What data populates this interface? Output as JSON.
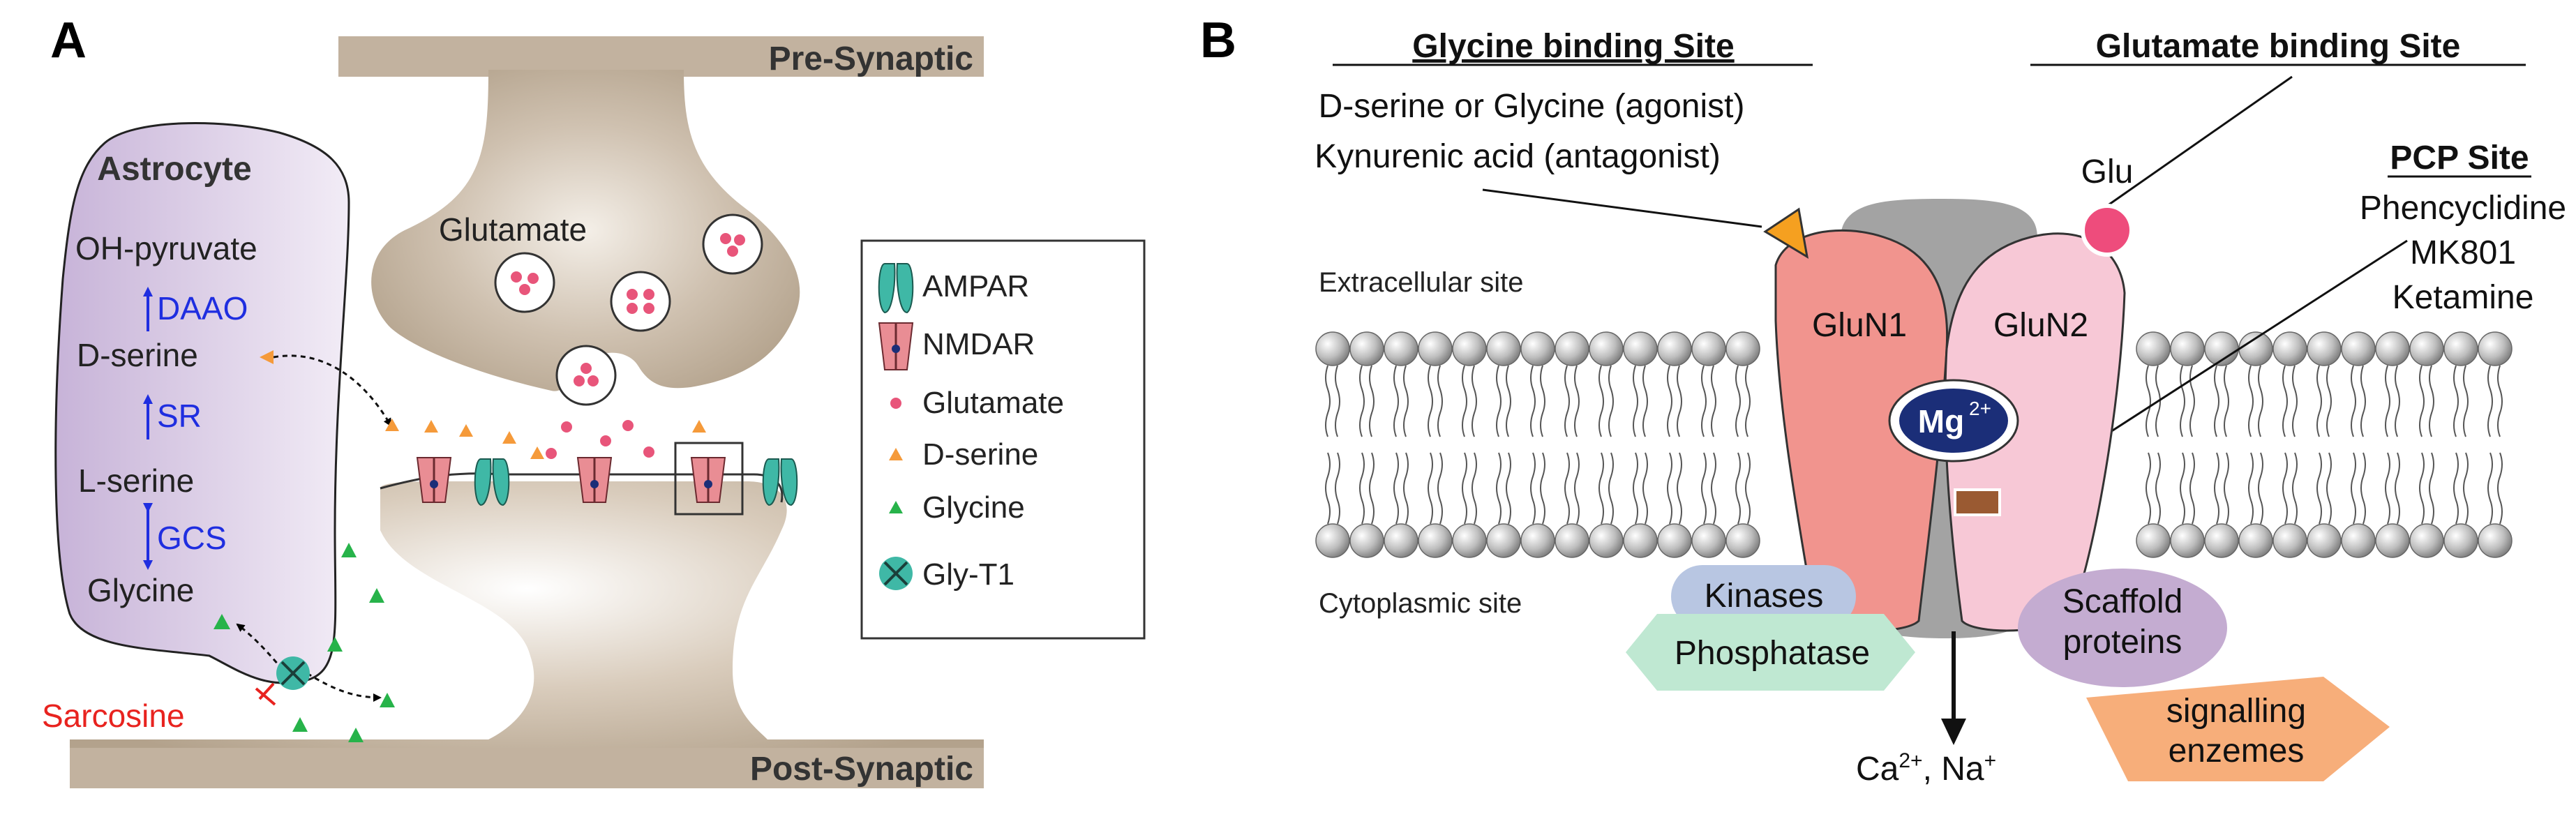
{
  "colors": {
    "membrane_tan": "#c2b29f",
    "astrocyte_purple": "#d8c9e3",
    "label_blue": "#1f2ee0",
    "label_red": "#e8231f",
    "glutamate_pink": "#e8557a",
    "dserine_orange": "#f59a3a",
    "glycine_green": "#27b34a",
    "ampar_teal": "#3fb8a6",
    "nmdar_pink": "#e98d94",
    "glun1": "#f1948e",
    "glun2": "#f7c8d6",
    "mg_navy": "#1b2e78",
    "kinase_blue": "#b8c6e2",
    "phosphatase_green": "#bfe8d2",
    "scaffold_purple": "#c4acd1",
    "enzyme_orange": "#f7ae7a",
    "pcp_brown": "#9a5a32"
  },
  "panel_a": {
    "label": "A",
    "presynaptic": "Pre-Synaptic",
    "postsynaptic": "Post-Synaptic",
    "glutamate": "Glutamate",
    "astrocyte": {
      "title": "Astrocyte",
      "oh_pyruvate": "OH-pyruvate",
      "daao": "DAAO",
      "d_serine": "D-serine",
      "sr": "SR",
      "l_serine": "L-serine",
      "gcs": "GCS",
      "glycine": "Glycine"
    },
    "sarcosine": "Sarcosine",
    "legend": {
      "ampar": "AMPAR",
      "nmdar": "NMDAR",
      "glutamate": "Glutamate",
      "d_serine": "D-serine",
      "glycine": "Glycine",
      "gly_t1": "Gly-T1"
    }
  },
  "panel_b": {
    "label": "B",
    "glycine_site": {
      "title": "Glycine binding Site",
      "line1": "D-serine or Glycine (agonist)",
      "line2": "Kynurenic acid (antagonist)"
    },
    "glutamate_site": {
      "title": "Glutamate binding Site",
      "glu": "Glu"
    },
    "pcp_site": {
      "title": "PCP Site",
      "line1": "Phencyclidine",
      "line2": "MK801",
      "line3": "Ketamine"
    },
    "extracellular": "Extracellular site",
    "cytoplasmic": "Cytoplasmic site",
    "glun1": "GluN1",
    "glun2": "GluN2",
    "mg": "Mg",
    "mg_sup": "2+",
    "kinases": "Kinases",
    "phosphatase": "Phosphatase",
    "scaffold_line1": "Scaffold",
    "scaffold_line2": "proteins",
    "signalling_line1": "signalling",
    "signalling_line2": "enzemes",
    "ion_ca": "Ca",
    "ion_ca_sup": "2+",
    "ion_sep": ", Na",
    "ion_na_sup": "+"
  }
}
